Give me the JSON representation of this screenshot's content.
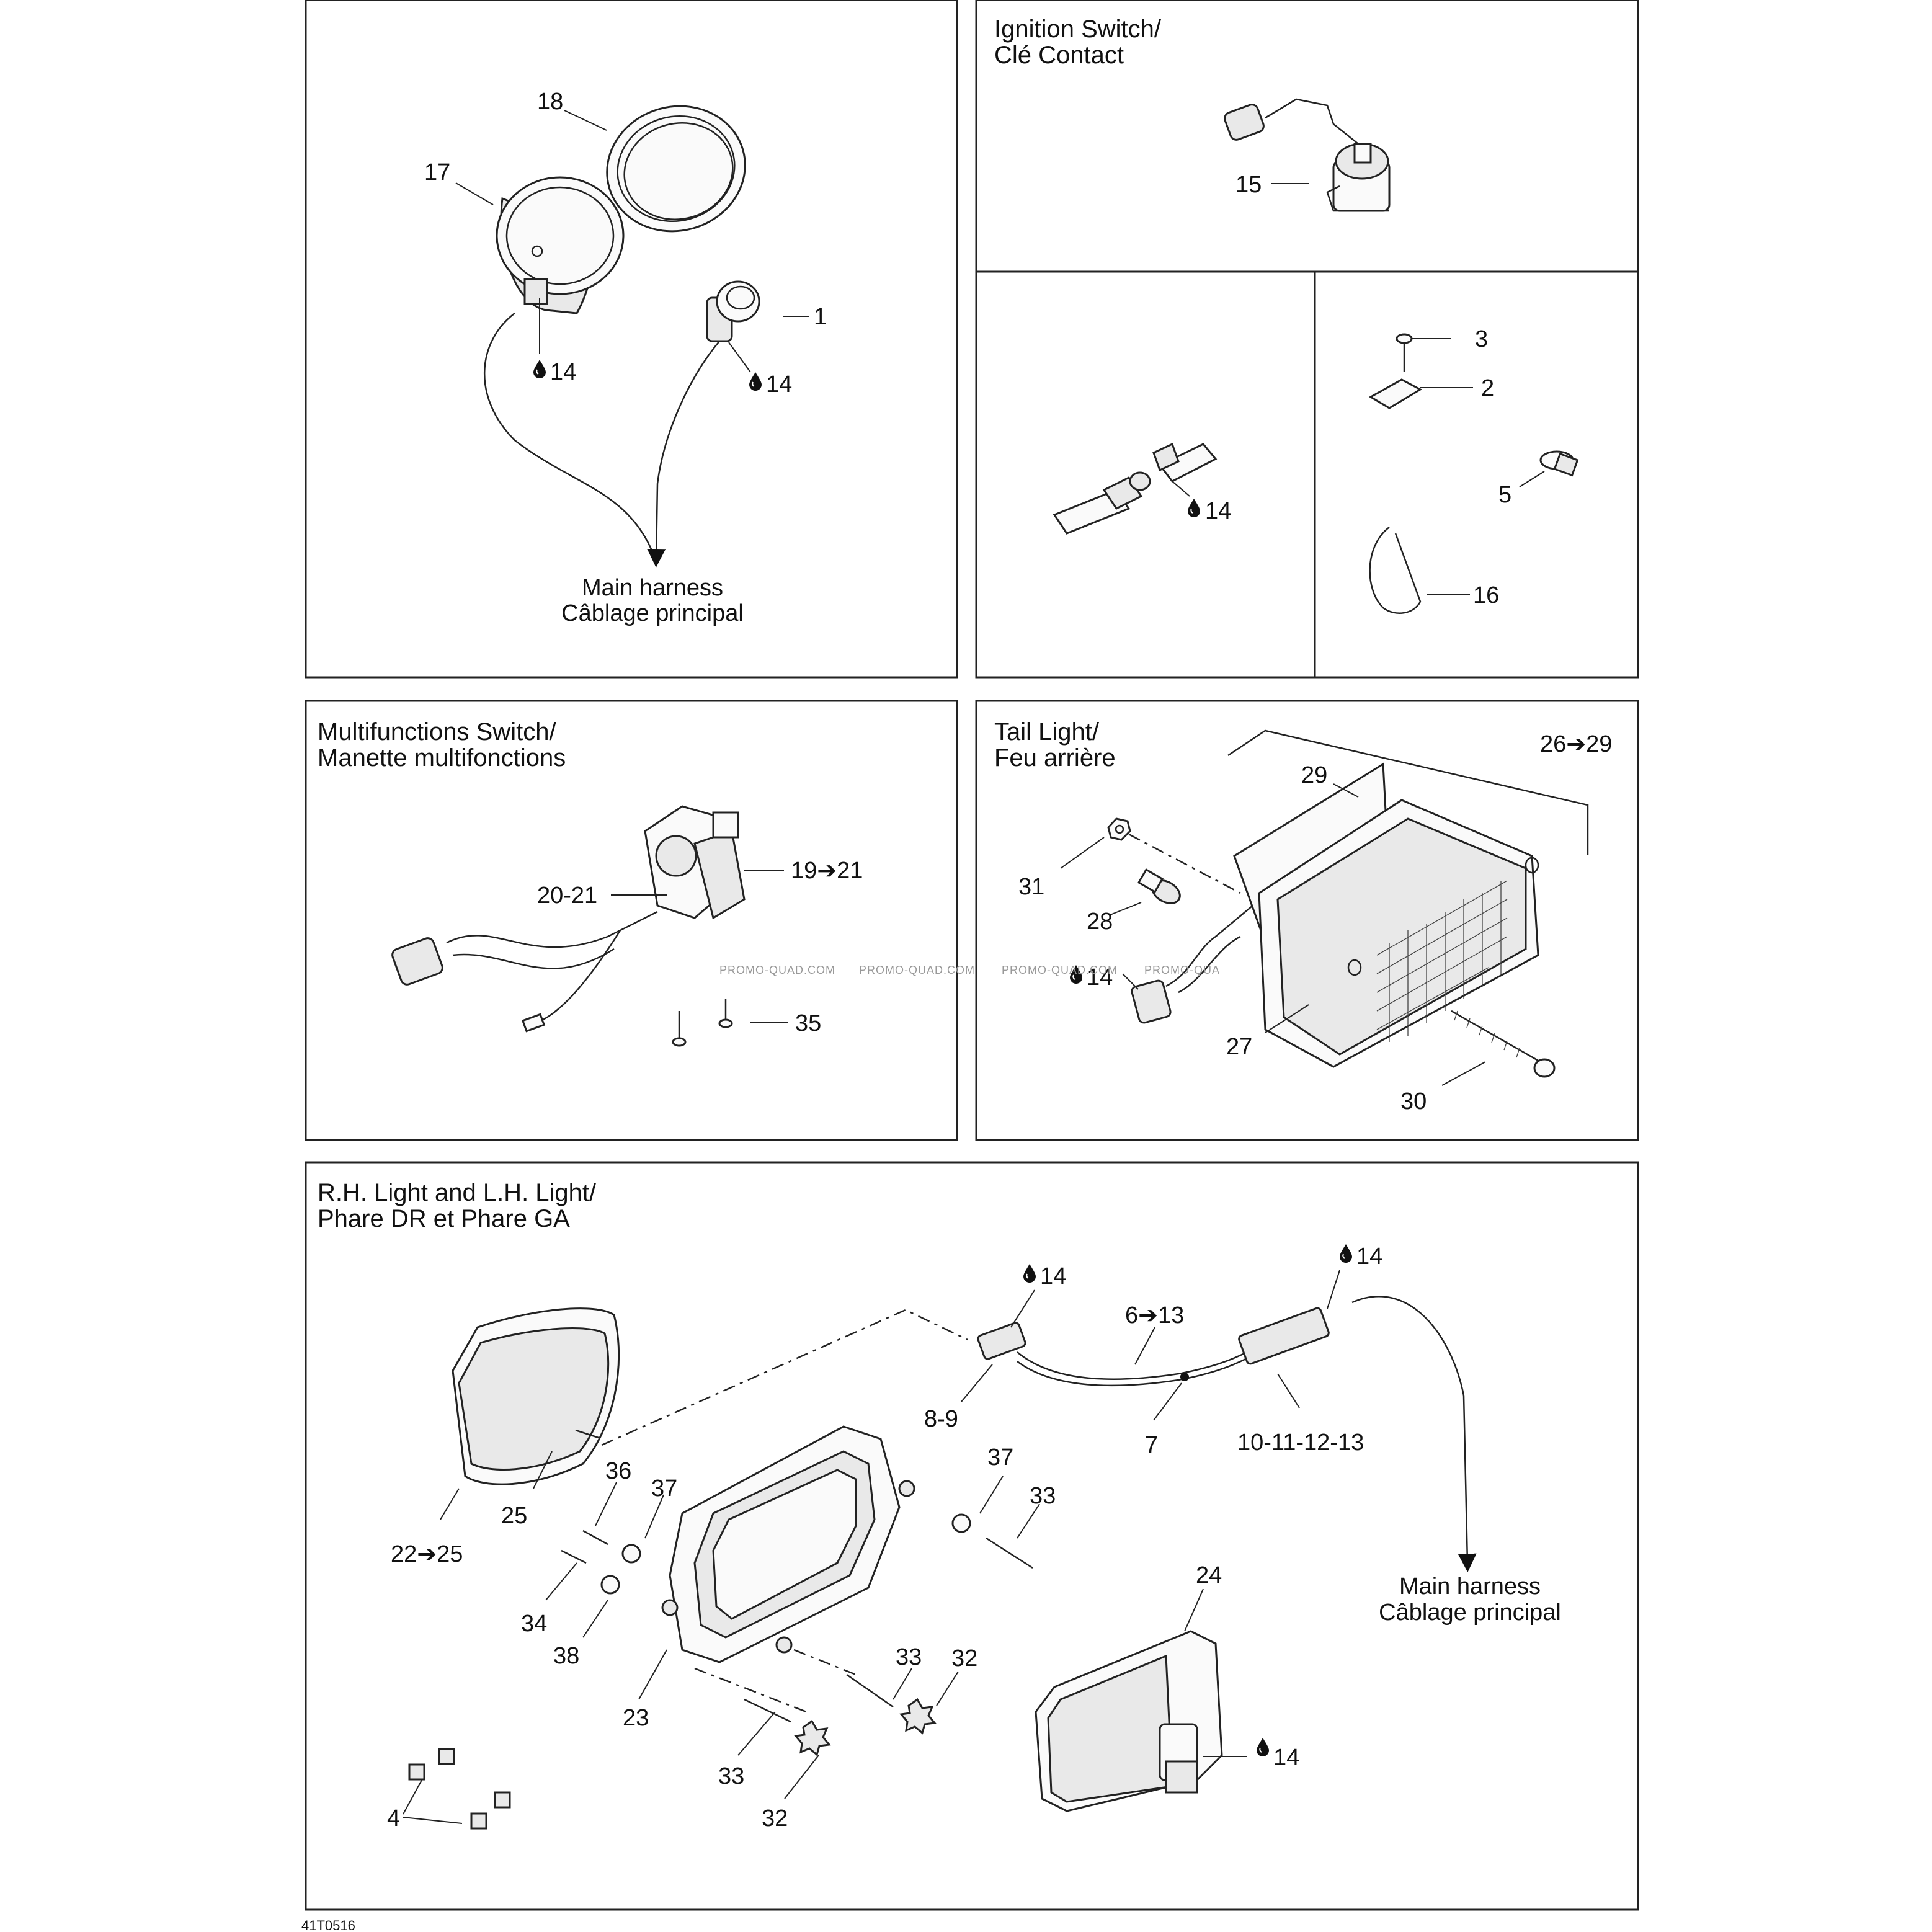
{
  "panels": {
    "p1": {
      "main_harness": [
        "Main harness",
        "Câblage principal"
      ]
    },
    "p2": {
      "title": [
        "Ignition Switch/",
        "Clé Contact"
      ]
    },
    "p5": {
      "title": [
        "Multifunctions Switch/",
        "Manette multifonctions"
      ]
    },
    "p6": {
      "title": [
        "Tail Light/",
        "Feu arrière"
      ]
    },
    "p7": {
      "title": [
        "R.H. Light and L.H. Light/",
        "Phare DR et Phare GA"
      ],
      "main_harness": [
        "Main harness",
        "Câblage principal"
      ]
    }
  },
  "callouts": {
    "c18": "18",
    "c17": "17",
    "c1": "1",
    "c14a": "14",
    "c14b": "14",
    "c15": "15",
    "c14c": "14",
    "c3": "3",
    "c2": "2",
    "c5": "5",
    "c16": "16",
    "c19_21": "19➔21",
    "c20_21": "20-21",
    "c35": "35",
    "c26_29": "26➔29",
    "c29": "29",
    "c31": "31",
    "c28": "28",
    "c14d": "14",
    "c27": "27",
    "c30": "30",
    "c14e": "14",
    "c14f": "14",
    "c6_13": "6➔13",
    "c8_9": "8-9",
    "c7": "7",
    "c10_13": "10-11-12-13",
    "c36": "36",
    "c37a": "37",
    "c37b": "37",
    "c33a": "33",
    "c22_25": "22➔25",
    "c25": "25",
    "c34": "34",
    "c38": "38",
    "c23": "23",
    "c33b": "33",
    "c32a": "32",
    "c33c": "33",
    "c32b": "32",
    "c24": "24",
    "c14g": "14",
    "c4": "4"
  },
  "watermark": [
    "PROMO-QUAD.COM",
    "PROMO-QUAD.COM",
    "PROMO-QUAD.COM",
    "PROMO-QUA"
  ],
  "drawing_code": "41T0516"
}
